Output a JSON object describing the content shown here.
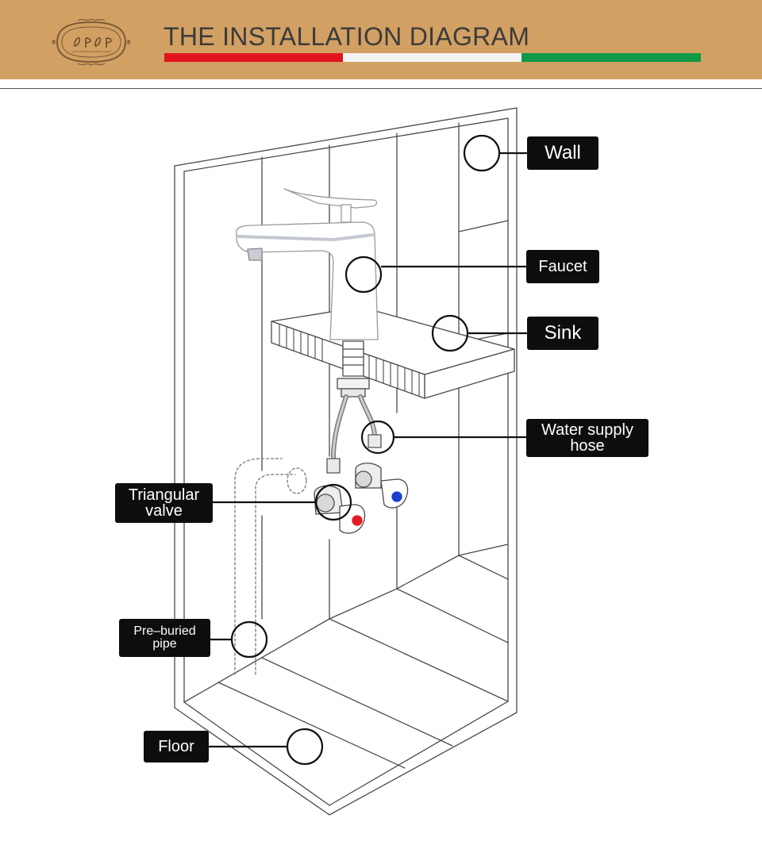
{
  "header": {
    "title": "THE INSTALLATION DIAGRAM",
    "logo_icon": "ornate-frame-logo",
    "flag_colors": [
      "#e1141e",
      "#f3f3f3",
      "#0f9a47"
    ],
    "background": "#d2a063"
  },
  "labels": {
    "wall": "Wall",
    "faucet": "Faucet",
    "sink": "Sink",
    "hose_line1": "Water supply",
    "hose_line2": "hose",
    "valve_line1": "Triangular",
    "valve_line2": "valve",
    "pipe_line1": "Pre–buried",
    "pipe_line2": "pipe",
    "floor": "Floor"
  },
  "colors": {
    "label_bg": "#0d0d0d",
    "label_text": "#ffffff",
    "hot_handle": "#e31c24",
    "cold_handle": "#1d3fd1"
  }
}
